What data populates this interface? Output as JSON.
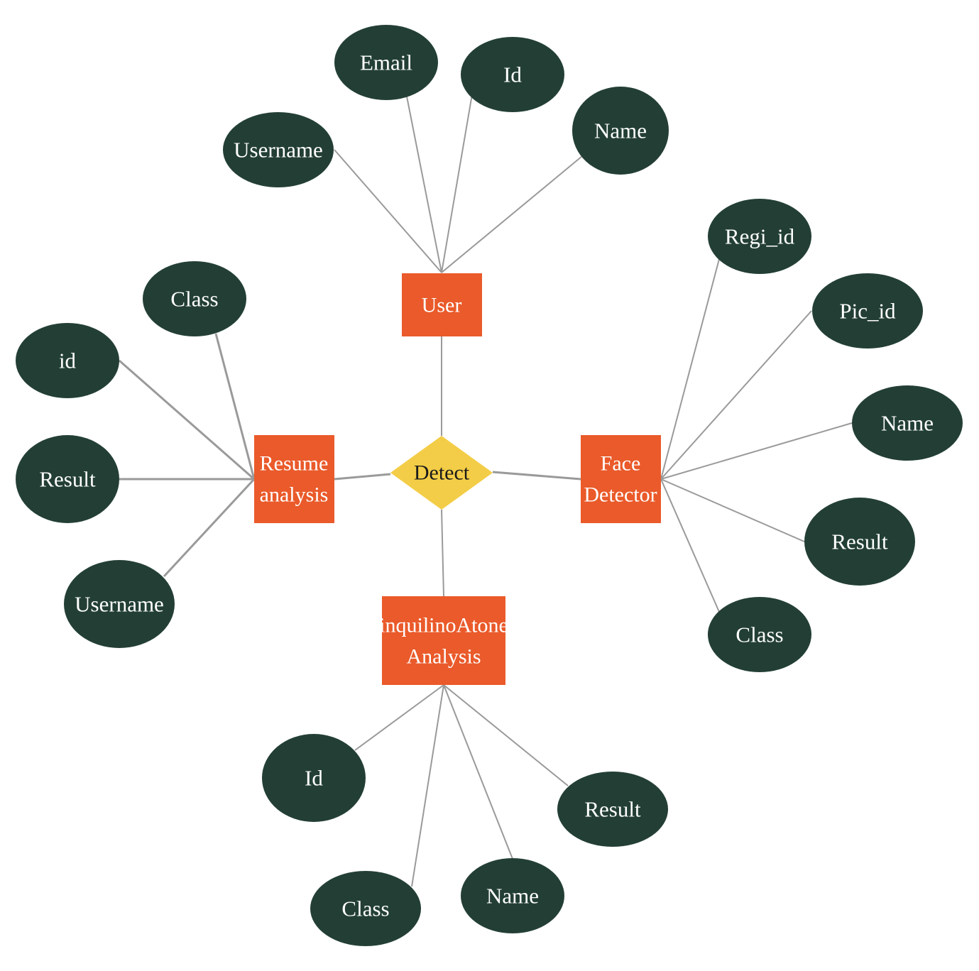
{
  "colors": {
    "attribute_fill": "#233f35",
    "entity_fill": "#ea5a2a",
    "relationship_fill": "#f3cd47",
    "connector": "#9a9a9a",
    "text_light": "#ffffff",
    "text_dark": "#1a1a1a"
  },
  "relationship": {
    "label": "Detect"
  },
  "entities": {
    "user": {
      "lines": [
        "User"
      ]
    },
    "resume": {
      "lines": [
        "Resume",
        "analysis"
      ]
    },
    "face": {
      "lines": [
        "Face",
        "Detector"
      ]
    },
    "inquilino": {
      "lines": [
        "inquilinoAtone",
        "Analysis"
      ]
    }
  },
  "attributes": {
    "user": [
      "Email",
      "Id",
      "Username",
      "Name"
    ],
    "resume": [
      "Class",
      "id",
      "Result",
      "Username"
    ],
    "face": [
      "Regi_id",
      "Pic_id",
      "Name",
      "Result",
      "Class"
    ],
    "inquilino": [
      "Id",
      "Result",
      "Class",
      "Name"
    ]
  }
}
